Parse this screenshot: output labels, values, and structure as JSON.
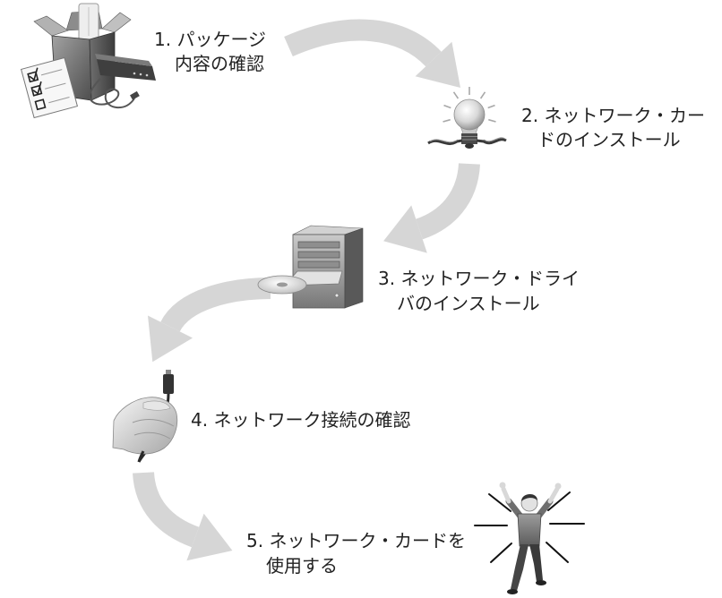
{
  "colors": {
    "text": "#222222",
    "arrow": "#d6d6d6",
    "background": "#ffffff"
  },
  "steps": [
    {
      "lines": [
        "1. パッケージ",
        "内容の確認"
      ],
      "icon": "package-contents-icon"
    },
    {
      "lines": [
        "2. ネットワーク・カー",
        "ドのインストール"
      ],
      "icon": "lightbulb-icon"
    },
    {
      "lines": [
        "3. ネットワーク・ドライ",
        "バのインストール"
      ],
      "icon": "computer-cd-drive-icon"
    },
    {
      "lines": [
        "4. ネットワーク接続の確認"
      ],
      "icon": "hand-holding-cable-icon"
    },
    {
      "lines": [
        "5. ネットワーク・カードを",
        "使用する"
      ],
      "icon": "jumping-person-icon"
    }
  ]
}
